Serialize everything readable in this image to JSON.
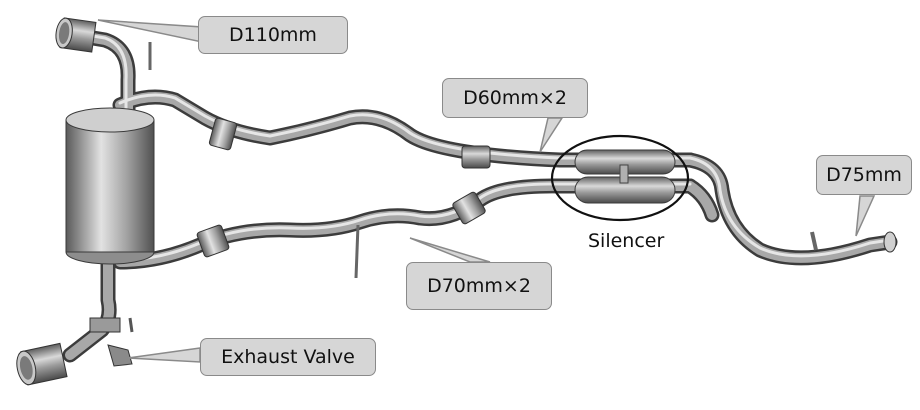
{
  "labels": {
    "tip_diameter": "D110mm",
    "front_pipe_diameter": "D60mm×2",
    "mid_pipe_diameter": "D70mm×2",
    "inlet_diameter": "D75mm",
    "silencer": "Silencer",
    "exhaust_valve": "Exhaust Valve"
  }
}
